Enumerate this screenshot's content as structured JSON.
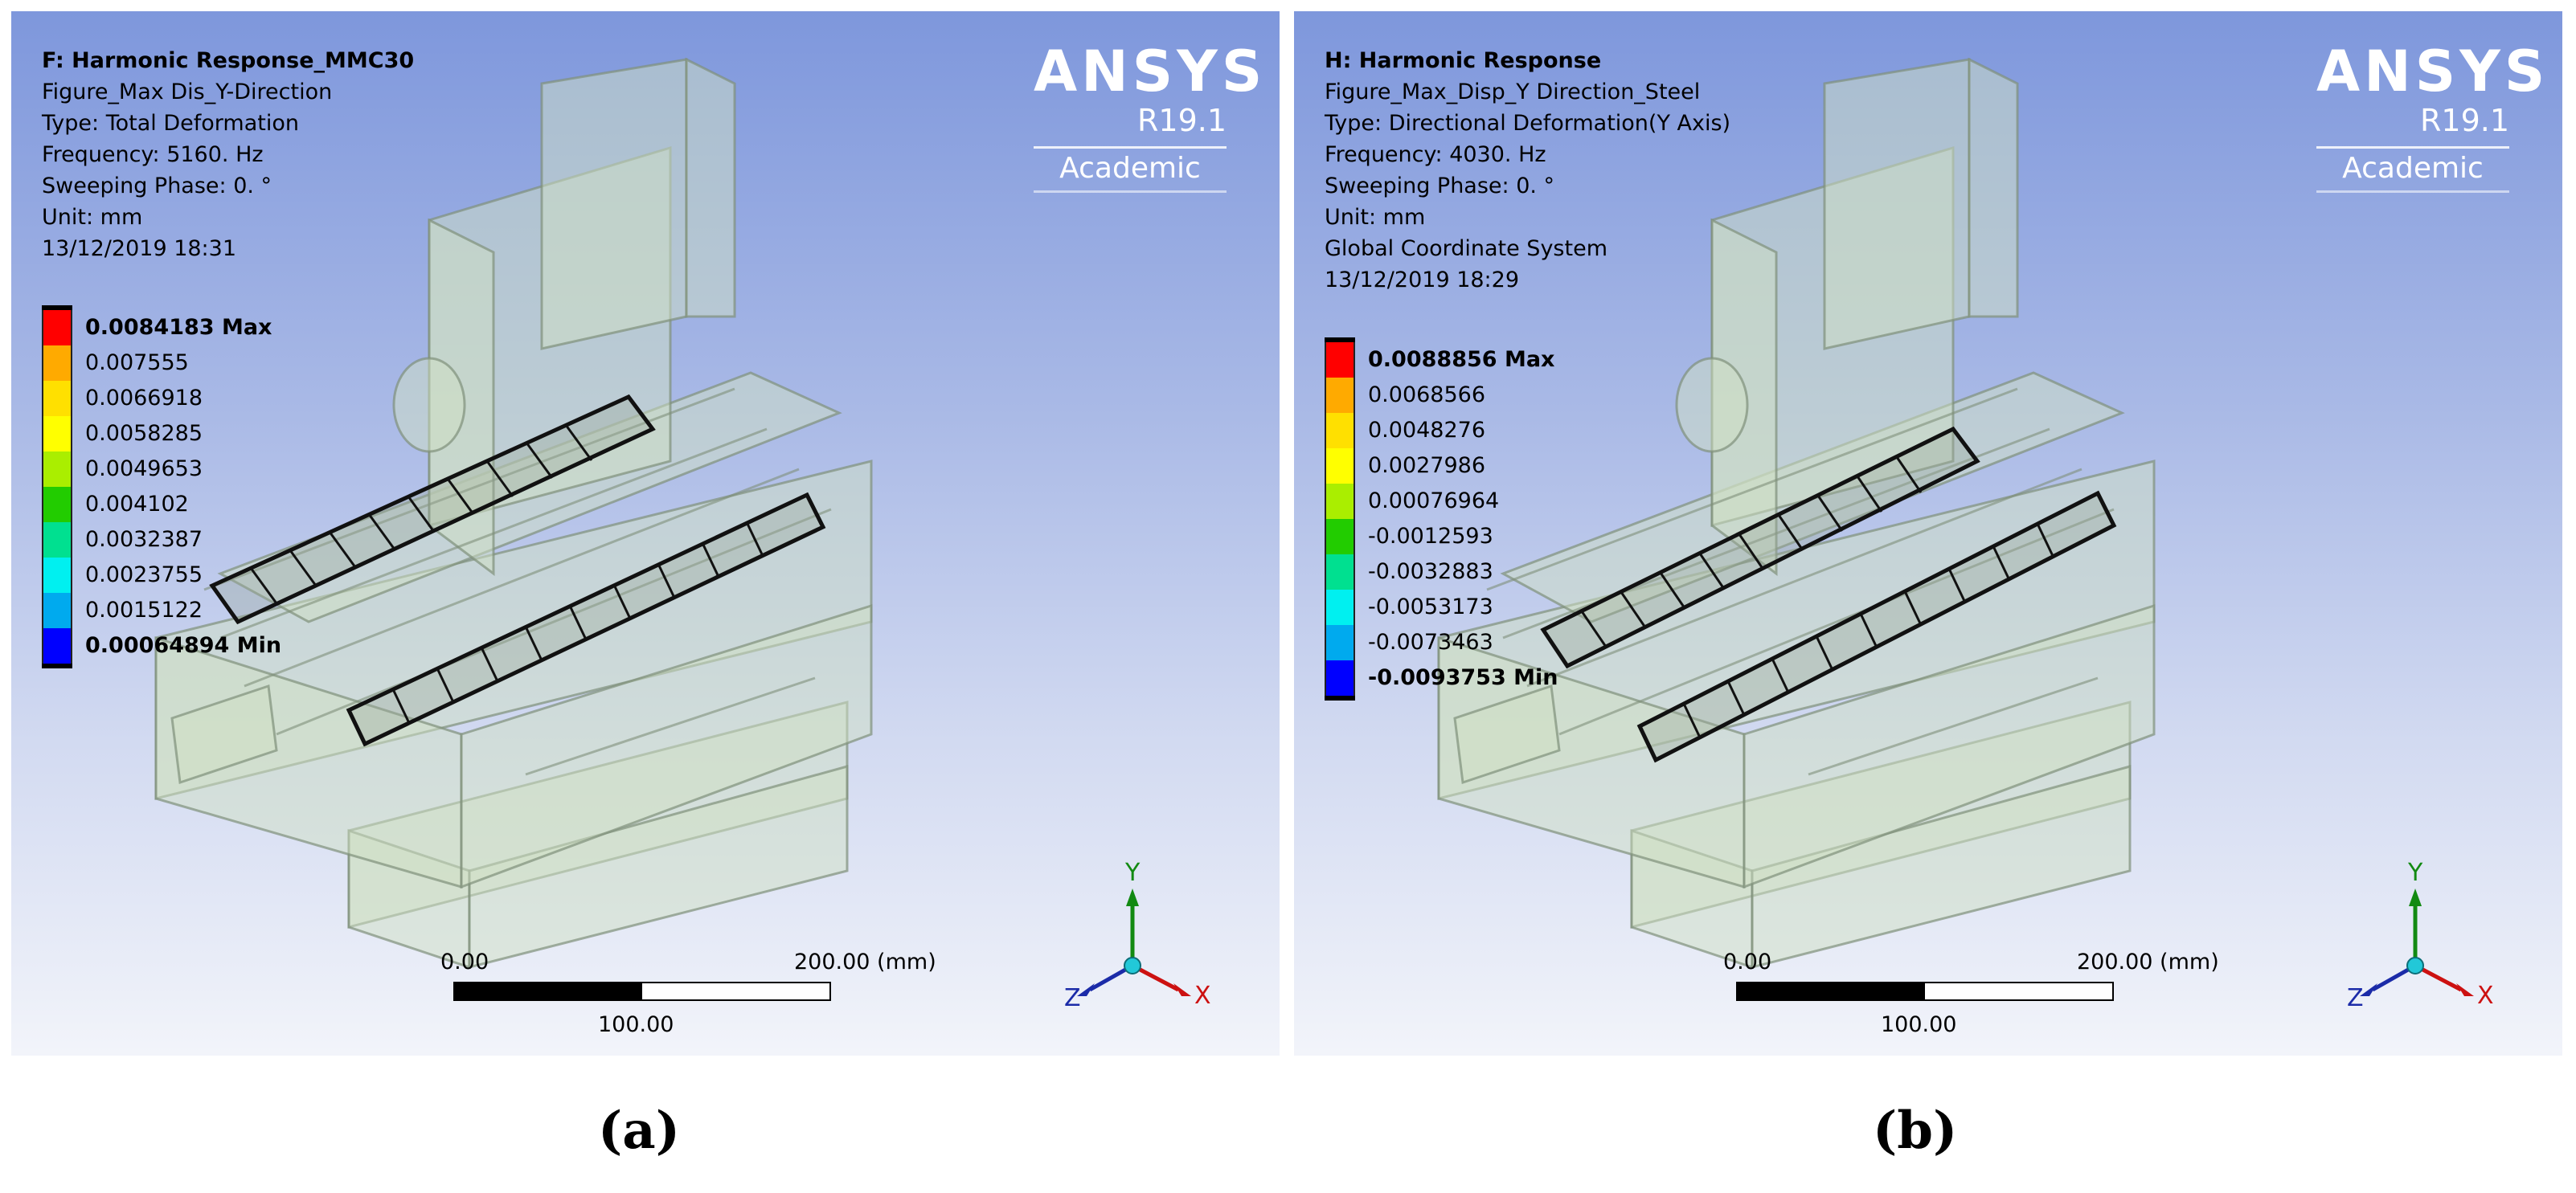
{
  "panels": [
    {
      "header": [
        "F: Harmonic Response_MMC30",
        "Figure_Max Dis_Y-Direction",
        "Type: Total Deformation",
        "Frequency: 5160. Hz",
        "Sweeping Phase: 0. °",
        "Unit: mm",
        "13/12/2019 18:31"
      ],
      "legend": [
        {
          "label": "0.0084183 Max",
          "color": "#ff0000"
        },
        {
          "label": "0.007555",
          "color": "#ffaa00"
        },
        {
          "label": "0.0066918",
          "color": "#ffe000"
        },
        {
          "label": "0.0058285",
          "color": "#ffff00"
        },
        {
          "label": "0.0049653",
          "color": "#aaee00"
        },
        {
          "label": "0.004102",
          "color": "#22cc00"
        },
        {
          "label": "0.0032387",
          "color": "#00e090"
        },
        {
          "label": "0.0023755",
          "color": "#00f0f0"
        },
        {
          "label": "0.0015122",
          "color": "#00aaee"
        },
        {
          "label": "0.00064894 Min",
          "color": "#0000ff"
        }
      ],
      "caption": "(a)"
    },
    {
      "header": [
        "H: Harmonic Response",
        "Figure_Max_Disp_Y Direction_Steel",
        "Type: Directional Deformation(Y Axis)",
        "Frequency: 4030. Hz",
        "Sweeping Phase: 0. °",
        "Unit: mm",
        "Global Coordinate System",
        "13/12/2019 18:29"
      ],
      "legend": [
        {
          "label": "0.0088856 Max",
          "color": "#ff0000"
        },
        {
          "label": "0.0068566",
          "color": "#ffaa00"
        },
        {
          "label": "0.0048276",
          "color": "#ffe000"
        },
        {
          "label": "0.0027986",
          "color": "#ffff00"
        },
        {
          "label": "0.00076964",
          "color": "#aaee00"
        },
        {
          "label": "-0.0012593",
          "color": "#22cc00"
        },
        {
          "label": "-0.0032883",
          "color": "#00e090"
        },
        {
          "label": "-0.0053173",
          "color": "#00f0f0"
        },
        {
          "label": "-0.0073463",
          "color": "#00aaee"
        },
        {
          "label": "-0.0093753 Min",
          "color": "#0000ff"
        }
      ],
      "caption": "(b)"
    }
  ],
  "logo": {
    "brand": "ANSYS",
    "version": "R19.1",
    "edition": "Academic"
  },
  "scale": {
    "left": "0.00",
    "right": "200.00 (mm)",
    "mid": "100.00"
  },
  "axes": {
    "y": "Y",
    "x": "X",
    "z": "Z"
  },
  "colors": {
    "axis_y": "#128a12",
    "axis_x": "#cc1111",
    "axis_z": "#1b2ba8",
    "axis_origin": "#22c8d8"
  }
}
